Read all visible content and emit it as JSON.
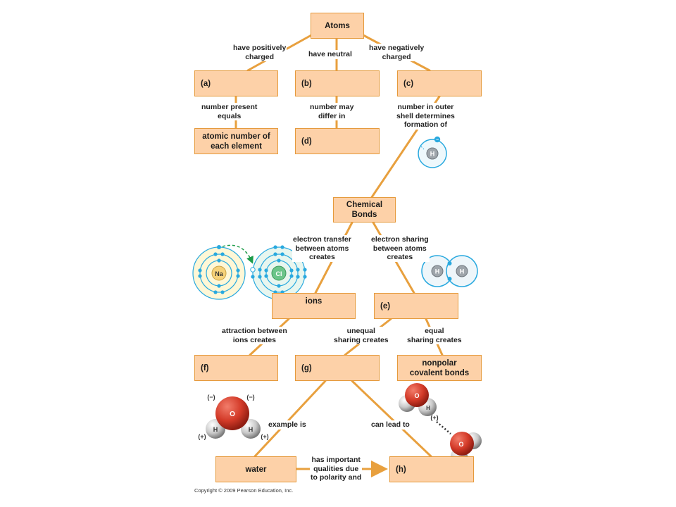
{
  "concepts": {
    "atoms": "Atoms",
    "a": "(a)",
    "b": "(b)",
    "c": "(c)",
    "atomic_number_line1": "atomic number of",
    "atomic_number_line2": "each element",
    "d": "(d)",
    "chemical_bonds_line1": "Chemical",
    "chemical_bonds_line2": "Bonds",
    "ions": "ions",
    "e": "(e)",
    "f": "(f)",
    "g": "(g)",
    "nonpolar_line1": "nonpolar",
    "nonpolar_line2": "covalent bonds",
    "water": "water",
    "h": "(h)"
  },
  "links": {
    "have_positively_1": "have positively",
    "have_positively_2": "charged",
    "have_neutral": "have neutral",
    "have_negatively_1": "have negatively",
    "have_negatively_2": "charged",
    "number_present_1": "number present",
    "number_present_2": "equals",
    "number_may_1": "number may",
    "number_may_2": "differ in",
    "outer_shell_1": "number in outer",
    "outer_shell_2": "shell determines",
    "outer_shell_3": "formation of",
    "transfer_1": "electron transfer",
    "transfer_2": "between atoms",
    "transfer_3": "creates",
    "sharing_1": "electron sharing",
    "sharing_2": "between atoms",
    "sharing_3": "creates",
    "attraction_1": "attraction between",
    "attraction_2": "ions creates",
    "unequal_1": "unequal",
    "unequal_2": "sharing creates",
    "equal_1": "equal",
    "equal_2": "sharing creates",
    "example_is": "example is",
    "can_lead_to": "can lead to",
    "important_1": "has important",
    "important_2": "qualities due",
    "important_3": "to polarity and"
  },
  "illustrations": {
    "hydrogen_atom_symbol": "H",
    "hydrogen_atom_electron": "−",
    "sodium_symbol": "Na",
    "chlorine_symbol": "Cl",
    "h2_atom1": "H",
    "h2_atom2": "H",
    "water1_oxygen": "O",
    "water1_h_left": "H",
    "water1_h_right": "H",
    "water1_charge_top_left": "(−)",
    "water1_charge_top_right": "(−)",
    "water1_charge_bottom_left": "(+)",
    "water1_charge_bottom_right": "(+)",
    "water2_oxygen": "O",
    "water2_h": "H",
    "water2_charge": "(+)"
  },
  "copyright": "Copyright © 2009 Pearson Education, Inc.",
  "colors": {
    "box_fill": "#fdd1a8",
    "box_border": "#e59a3c",
    "connector": "#e8a03e",
    "electron": "#29a9df",
    "oxygen": "#d8412f"
  }
}
